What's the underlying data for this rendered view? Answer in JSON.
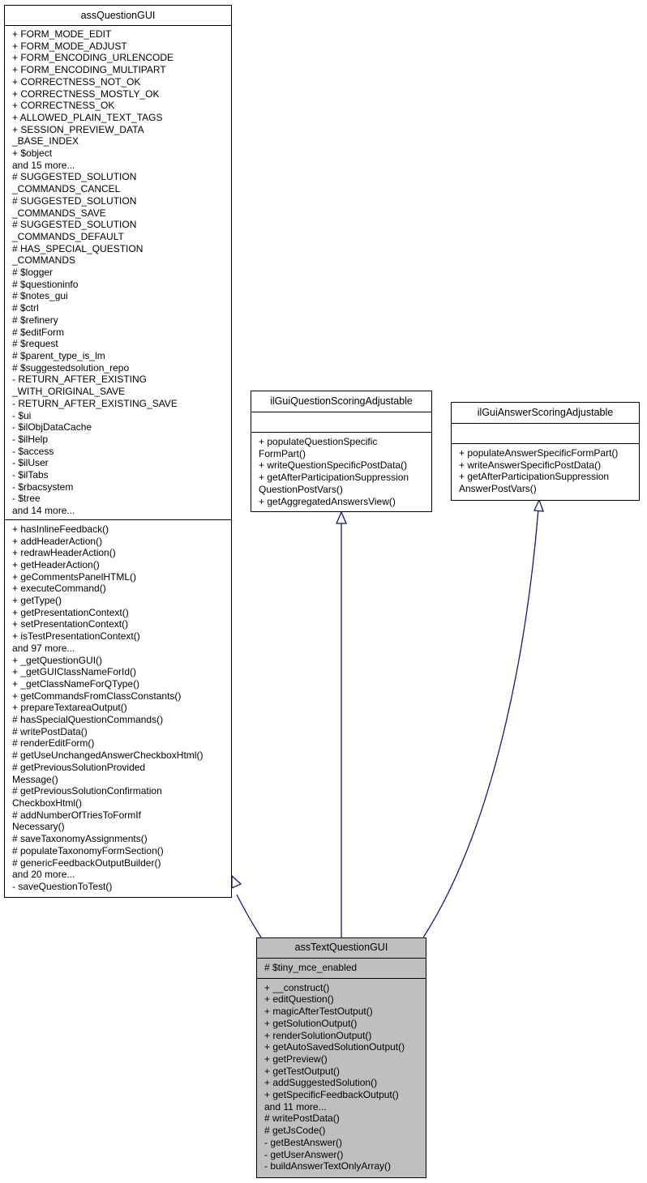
{
  "classes": {
    "base": {
      "name": "assQuestionGUI",
      "attributes": [
        "+ FORM_MODE_EDIT",
        "+ FORM_MODE_ADJUST",
        "+ FORM_ENCODING_URLENCODE",
        "+ FORM_ENCODING_MULTIPART",
        "+ CORRECTNESS_NOT_OK",
        "+ CORRECTNESS_MOSTLY_OK",
        "+ CORRECTNESS_OK",
        "+ ALLOWED_PLAIN_TEXT_TAGS",
        "+ SESSION_PREVIEW_DATA",
        "_BASE_INDEX",
        "+ $object",
        "and 15 more...",
        "# SUGGESTED_SOLUTION",
        "_COMMANDS_CANCEL",
        "# SUGGESTED_SOLUTION",
        "_COMMANDS_SAVE",
        "# SUGGESTED_SOLUTION",
        "_COMMANDS_DEFAULT",
        "# HAS_SPECIAL_QUESTION",
        "_COMMANDS",
        "# $logger",
        "# $questioninfo",
        "# $notes_gui",
        "# $ctrl",
        "# $refinery",
        "# $editForm",
        "# $request",
        "# $parent_type_is_lm",
        "# $suggestedsolution_repo",
        "- RETURN_AFTER_EXISTING",
        "_WITH_ORIGINAL_SAVE",
        "- RETURN_AFTER_EXISTING_SAVE",
        "- $ui",
        "- $ilObjDataCache",
        "- $ilHelp",
        "- $access",
        "- $ilUser",
        "- $ilTabs",
        "- $rbacsystem",
        "- $tree",
        "and 14 more..."
      ],
      "methods": [
        "+ hasInlineFeedback()",
        "+ addHeaderAction()",
        "+ redrawHeaderAction()",
        "+ getHeaderAction()",
        "+ geCommentsPanelHTML()",
        "+ executeCommand()",
        "+ getType()",
        "+ getPresentationContext()",
        "+ setPresentationContext()",
        "+ isTestPresentationContext()",
        "and 97 more...",
        "+ _getQuestionGUI()",
        "+ _getGUIClassNameForId()",
        "+ _getClassNameForQType()",
        "+ getCommandsFromClassConstants()",
        "+ prepareTextareaOutput()",
        "# hasSpecialQuestionCommands()",
        "# writePostData()",
        "# renderEditForm()",
        "# getUseUnchangedAnswerCheckboxHtml()",
        "# getPreviousSolutionProvided",
        "Message()",
        "# getPreviousSolutionConfirmation",
        "CheckboxHtml()",
        "# addNumberOfTriesToFormIf",
        "Necessary()",
        "# saveTaxonomyAssignments()",
        "# populateTaxonomyFormSection()",
        "# genericFeedbackOutputBuilder()",
        "and 20 more...",
        "- saveQuestionToTest()"
      ]
    },
    "question_scoring": {
      "name": "ilGuiQuestionScoringAdjustable",
      "attributes": [],
      "methods": [
        "+ populateQuestionSpecific",
        "FormPart()",
        "+ writeQuestionSpecificPostData()",
        "+ getAfterParticipationSuppression",
        "QuestionPostVars()",
        "+ getAggregatedAnswersView()"
      ]
    },
    "answer_scoring": {
      "name": "ilGuiAnswerScoringAdjustable",
      "attributes": [],
      "methods": [
        "+ populateAnswerSpecificFormPart()",
        "+ writeAnswerSpecificPostData()",
        "+ getAfterParticipationSuppression",
        "AnswerPostVars()"
      ]
    },
    "derived": {
      "name": "assTextQuestionGUI",
      "attributes": [
        "# $tiny_mce_enabled"
      ],
      "methods": [
        "+ __construct()",
        "+ editQuestion()",
        "+ magicAfterTestOutput()",
        "+ getSolutionOutput()",
        "+ renderSolutionOutput()",
        "+ getAutoSavedSolutionOutput()",
        "+ getPreview()",
        "+ getTestOutput()",
        "+ addSuggestedSolution()",
        "+ getSpecificFeedbackOutput()",
        "and 11 more...",
        "# writePostData()",
        "# getJsCode()",
        "- getBestAnswer()",
        "- getUserAnswer()",
        "- buildAnswerTextOnlyArray()"
      ]
    }
  },
  "colors": {
    "edge": "#191970",
    "highlight_fill": "#bfbfbf"
  }
}
